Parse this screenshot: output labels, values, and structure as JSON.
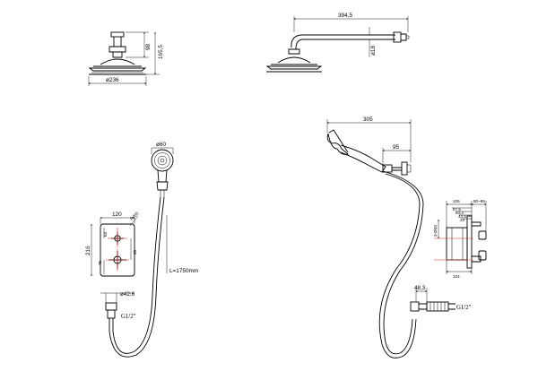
{
  "head_front": {
    "height_upper": "98",
    "height_total": "165,5",
    "diameter": "ø236"
  },
  "head_side": {
    "arm_length": "394,5",
    "arm_diameter": "ø18"
  },
  "handset": {
    "diameter": "ø60",
    "hose_length": "L=1750mm",
    "outlet_diameter": "ø42,6",
    "thread": "G1/2\""
  },
  "valve_front": {
    "width": "120",
    "radius": "R400",
    "height": "216",
    "upper_offset": "63",
    "lower_offset": "75",
    "right_offset": "65"
  },
  "riser_side": {
    "reach": "305",
    "bracket": "95",
    "outlet_reach": "48,3",
    "thread": "G1/2\""
  },
  "valve_side": {
    "top_width": "106",
    "top_range": "80~95",
    "offsets": [
      "87,5",
      "63,2",
      "42,5",
      "23"
    ],
    "left_height": "3-Ø43",
    "bottom_width": "104"
  }
}
